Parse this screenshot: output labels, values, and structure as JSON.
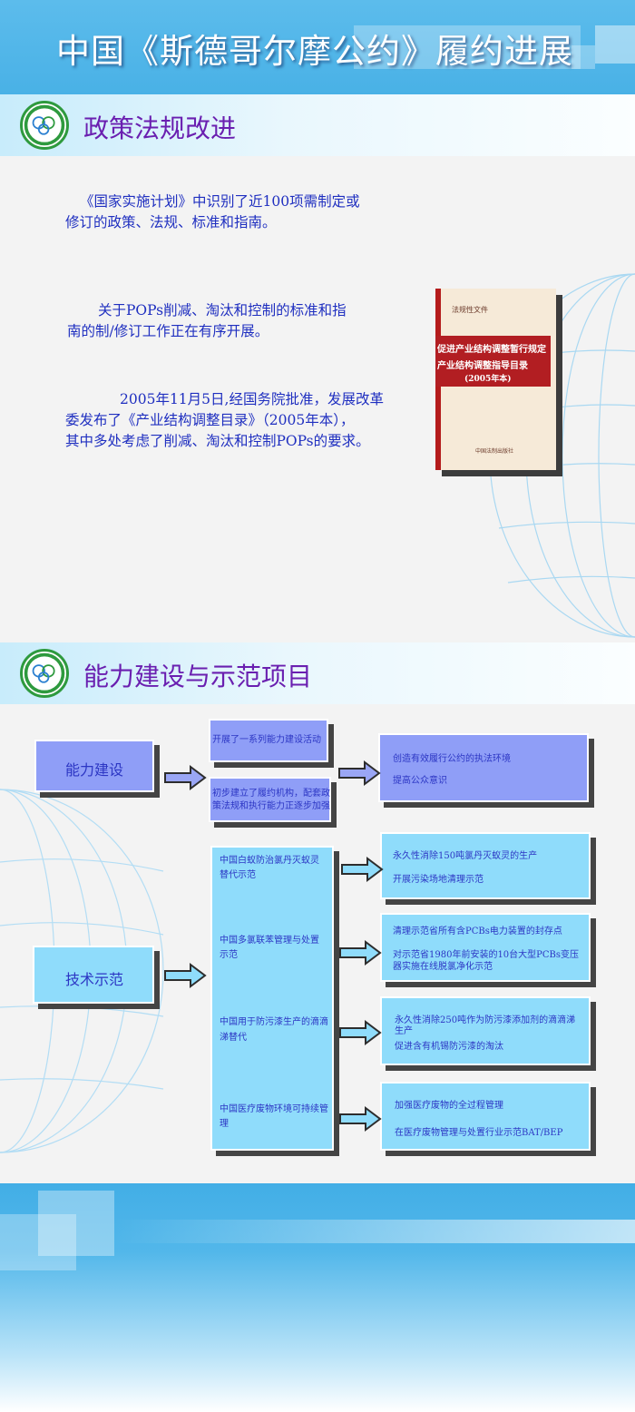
{
  "title": "中国《斯德哥尔摩公约》履约进展",
  "section1": {
    "heading": "政策法规改进",
    "para1_line1": "《国家实施计划》中识别了近100项需制定或",
    "para1_line2": "修订的政策、法规、标准和指南。",
    "para2_line1": "关于POPs削减、淘汰和控制的标准和指",
    "para2_line2": "南的制/修订工作正在有序开展。",
    "para3_line1": "2005年11月5日,经国务院批准，发展改革",
    "para3_line2": "委发布了《产业结构调整目录》（2005年本），",
    "para3_line3": "其中多处考虑了削减、淘汰和控制POPs的要求。",
    "book": {
      "top": "法规性文件",
      "line1": "促进产业结构调整暂行规定",
      "line2": "产业结构调整指导目录",
      "line3": "(2005年本)",
      "bottom": "中国法制出版社"
    }
  },
  "section2": {
    "heading": "能力建设与示范项目",
    "capacity": "能力建设",
    "cap_a": "开展了一系列能力建设活动",
    "cap_b1": "初步建立了履约机构，配套政",
    "cap_b2": "策法规和执行能力正逐步加强",
    "cap_r1": "创造有效履行公约的执法环境",
    "cap_r2": "提高公众意识",
    "tech": "技术示范",
    "t1_1": "中国白蚁防治氯丹灭蚁灵",
    "t1_2": "替代示范",
    "t2_1": "中国多氯联苯管理与处置",
    "t2_2": "示范",
    "t3_1": "中国用于防污漆生产的滴滴",
    "t3_2": "涕替代",
    "t4_1": "中国医疗废物环境可持续管",
    "t4_2": "理",
    "r1a": "永久性消除150吨氯丹灭蚁灵的生产",
    "r1b": "开展污染场地清理示范",
    "r2a": "清理示范省所有含PCBs电力装置的封存点",
    "r2b1": "对示范省1980年前安装的10台大型PCBs变压",
    "r2b2": "器实施在线脱氯净化示范",
    "r3a1": "永久性消除250吨作为防污漆添加剂的滴滴涕",
    "r3a2": "生产",
    "r3b": "促进含有机锡防污漆的淘汰",
    "r4a": "加强医疗废物的全过程管理",
    "r4b": "在医疗废物管理与处置行业示范BAT/BEP"
  },
  "colors": {
    "banner": "#49b1e6",
    "heading": "#6a1fb0",
    "text": "#1f2fc0",
    "purple_box": "#8f9ef7",
    "blue_box": "#8fdcfb"
  }
}
